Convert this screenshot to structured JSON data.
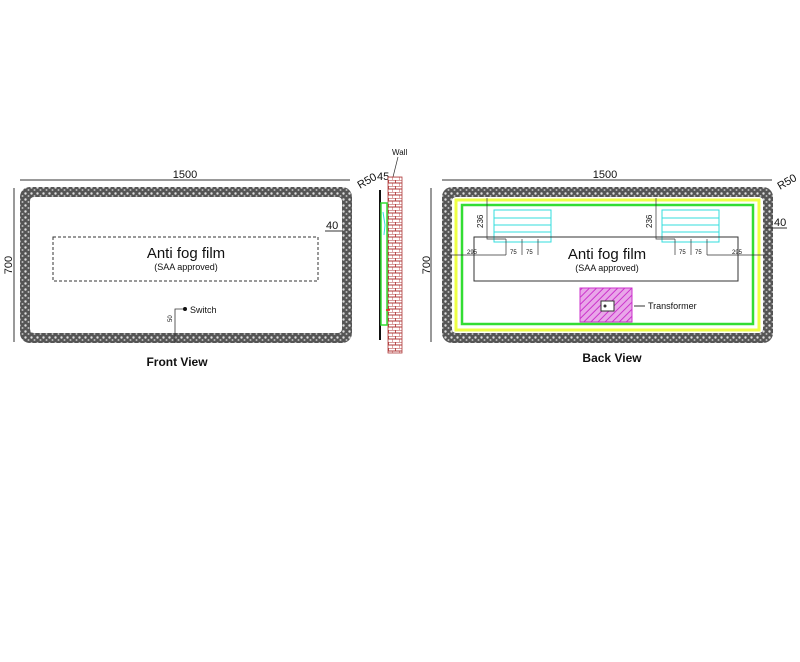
{
  "front": {
    "width_label": "1500",
    "height_label": "700",
    "radius_label": "R50",
    "border_label": "40",
    "film_title": "Anti fog film",
    "film_subtitle": "(SAA approved)",
    "switch_label": "Switch",
    "switch_offset_label": "50",
    "caption": "Front View"
  },
  "side": {
    "wall_label": "Wall",
    "depth_label": "45"
  },
  "back": {
    "width_label": "1500",
    "height_label": "700",
    "radius_label": "R50",
    "border_label": "40",
    "film_title": "Anti fog film",
    "film_subtitle": "(SAA approved)",
    "left_vertical_label": "236",
    "right_vertical_label": "236",
    "left_edge_label": "295",
    "right_edge_label": "295",
    "spacing_labels": [
      "75",
      "75",
      "75",
      "75"
    ],
    "transformer_label": "Transformer",
    "caption": "Back View"
  },
  "colors": {
    "frame": "#333333",
    "wall": "#b03a3a",
    "green": "#33dd33",
    "yellow": "#eeff44",
    "cyan": "#33dddd",
    "magenta": "#cc33cc"
  }
}
